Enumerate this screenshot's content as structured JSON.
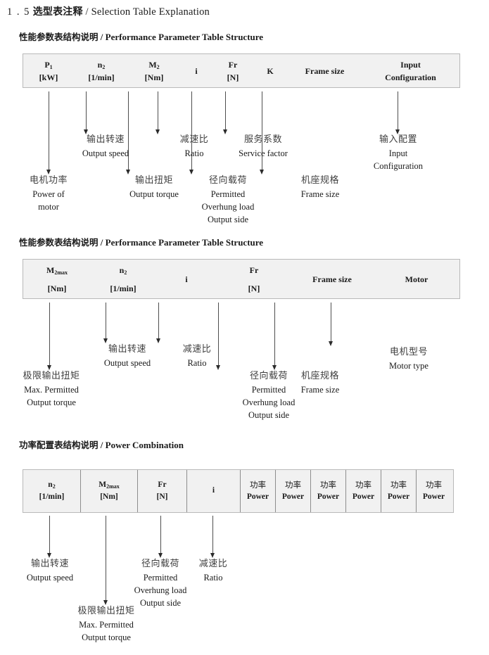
{
  "document": {
    "section_number": "1 . 5",
    "title_cn": "选型表注释",
    "separator": "/",
    "title_en": "Selection Table Explanation"
  },
  "sections": [
    {
      "heading_cn": "性能参数表结构说明",
      "heading_sep": "/",
      "heading_en": "Performance Parameter Table Structure",
      "table": {
        "columns": [
          {
            "line1": "P₁",
            "sym": "P",
            "sub": "1",
            "line2": "[kW]"
          },
          {
            "line1": "n₂",
            "sym": "n",
            "sub": "2",
            "line2": "[1/min]"
          },
          {
            "line1": "M₂",
            "sym": "M",
            "sub": "2",
            "line2": "[Nm]"
          },
          {
            "line1": "i",
            "sym": "i",
            "sub": "",
            "line2": ""
          },
          {
            "line1": "Fr",
            "sym": "Fr",
            "sub": "",
            "line2": "[N]"
          },
          {
            "line1": "K",
            "sym": "K",
            "sub": "",
            "line2": ""
          },
          {
            "line1": "Frame size",
            "sym": "Frame size",
            "sub": "",
            "line2": ""
          },
          {
            "line1": "Input",
            "sym": "Input",
            "sub": "",
            "line2": "Configuration"
          }
        ]
      },
      "annotations": [
        {
          "cn": "电机功率",
          "en": [
            "Power of",
            "motor"
          ]
        },
        {
          "cn": "输出转速",
          "en": [
            "Output speed"
          ]
        },
        {
          "cn": "输出扭矩",
          "en": [
            "Output torque"
          ]
        },
        {
          "cn": "减速比",
          "en": [
            "Ratio"
          ]
        },
        {
          "cn": "径向载荷",
          "en": [
            "Permitted",
            "Overhung load",
            "Output side"
          ]
        },
        {
          "cn": "服务系数",
          "en": [
            "Service factor"
          ]
        },
        {
          "cn": "机座规格",
          "en": [
            "Frame size"
          ]
        },
        {
          "cn": "输入配置",
          "en": [
            "Input",
            "Configuration"
          ]
        }
      ]
    },
    {
      "heading_cn": "性能参数表结构说明",
      "heading_sep": "/",
      "heading_en": "Performance Parameter Table Structure",
      "table": {
        "columns": [
          {
            "line1": "M₂max",
            "sym": "M",
            "sub": "2max",
            "line2": "[Nm]"
          },
          {
            "line1": "n₂",
            "sym": "n",
            "sub": "2",
            "line2": "[1/min]"
          },
          {
            "line1": "i",
            "sym": "i",
            "sub": "",
            "line2": ""
          },
          {
            "line1": "Fr",
            "sym": "Fr",
            "sub": "",
            "line2": "[N]"
          },
          {
            "line1": "Frame size",
            "sym": "Frame size",
            "sub": "",
            "line2": ""
          },
          {
            "line1": "Motor",
            "sym": "Motor",
            "sub": "",
            "line2": ""
          }
        ]
      },
      "annotations": [
        {
          "cn": "极限输出扭矩",
          "en": [
            "Max. Permitted",
            "Output  torque"
          ]
        },
        {
          "cn": "输出转速",
          "en": [
            "Output speed"
          ]
        },
        {
          "cn": "减速比",
          "en": [
            "Ratio"
          ]
        },
        {
          "cn": "径向载荷",
          "en": [
            "Permitted",
            "Overhung load",
            "Output side"
          ]
        },
        {
          "cn": "机座规格",
          "en": [
            "Frame size"
          ]
        },
        {
          "cn": "电机型号",
          "en": [
            "Motor type"
          ]
        }
      ]
    },
    {
      "heading_cn": "功率配置表结构说明",
      "heading_sep": "/",
      "heading_en": "Power Combination",
      "table": {
        "columns": [
          {
            "line1": "n₂",
            "sym": "n",
            "sub": "2",
            "line2": "[1/min]"
          },
          {
            "line1": "M₂max",
            "sym": "M",
            "sub": "2max",
            "line2": "[Nm]"
          },
          {
            "line1": "Fr",
            "sym": "Fr",
            "sub": "",
            "line2": "[N]"
          },
          {
            "line1": "i",
            "sym": "i",
            "sub": "",
            "line2": ""
          },
          {
            "line1": "功率",
            "sym": "功率",
            "sub": "",
            "line2": "Power"
          },
          {
            "line1": "功率",
            "sym": "功率",
            "sub": "",
            "line2": "Power"
          },
          {
            "line1": "功率",
            "sym": "功率",
            "sub": "",
            "line2": "Power"
          },
          {
            "line1": "功率",
            "sym": "功率",
            "sub": "",
            "line2": "Power"
          },
          {
            "line1": "功率",
            "sym": "功率",
            "sub": "",
            "line2": "Power"
          },
          {
            "line1": "功率",
            "sym": "功率",
            "sub": "",
            "line2": "Power"
          }
        ]
      },
      "annotations": [
        {
          "cn": "输出转速",
          "en": [
            "Output speed"
          ]
        },
        {
          "cn": "极限输出扭矩",
          "en": [
            "Max. Permitted",
            "Output  torque"
          ]
        },
        {
          "cn": "径向载荷",
          "en": [
            "Permitted",
            "Overhung load",
            "Output side"
          ]
        },
        {
          "cn": "减速比",
          "en": [
            "Ratio"
          ]
        }
      ]
    }
  ],
  "colors": {
    "table_fill": "#f1f1f1",
    "table_border": "#b9b9b9",
    "arrow": "#2b2b2b",
    "text": "#1a1a1a",
    "cn_label": "#404040"
  }
}
